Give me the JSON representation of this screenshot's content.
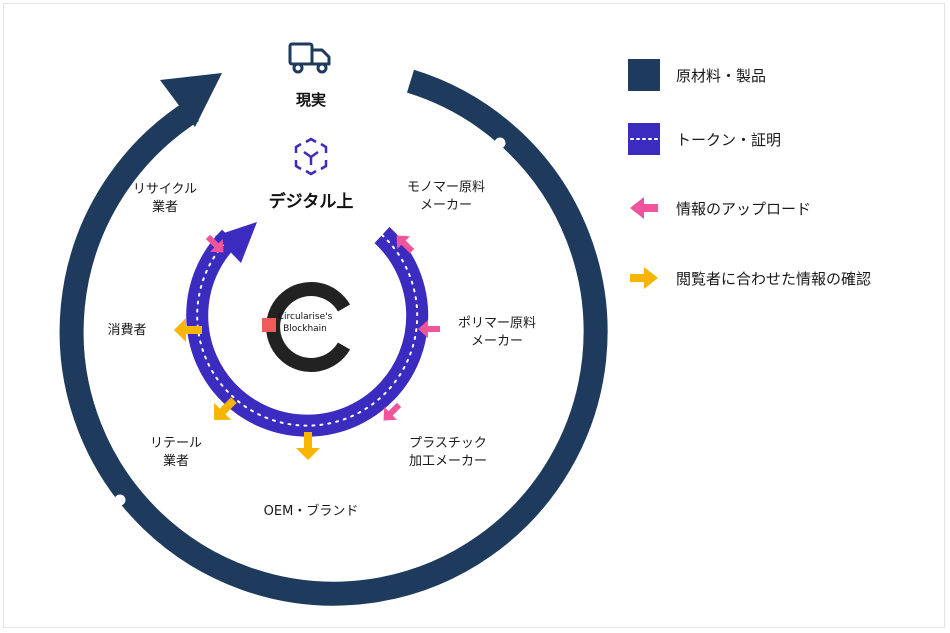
{
  "colors": {
    "outer_ring": "#1e3a5c",
    "inner_ring": "#3b2bbf",
    "upload_arrow": "#f0559b",
    "view_arrow": "#f7b500",
    "hub_ring": "#222222",
    "hub_mark": "#ef5a5a"
  },
  "icons": {
    "reality": "truck-icon",
    "digital": "digital-twin-icon"
  },
  "headers": {
    "reality": "現実",
    "digital": "デジタル上"
  },
  "hub": {
    "line1": "Circularise's",
    "line2": "Blockhain"
  },
  "nodes": {
    "monomer": [
      "モノマー原料",
      "メーカー"
    ],
    "polymer": [
      "ポリマー原料",
      "メーカー"
    ],
    "plastic": [
      "プラスチック",
      "加工メーカー"
    ],
    "oem": "OEM・ブランド",
    "retail": [
      "リテール",
      "業者"
    ],
    "consumer": "消費者",
    "recycle": [
      "リサイクル",
      "業者"
    ]
  },
  "legend": [
    {
      "label": "原材料・製品",
      "kind": "outer_ring"
    },
    {
      "label": "トークン・証明",
      "kind": "inner_ring"
    },
    {
      "label": "情報のアップロード",
      "kind": "upload_arrow"
    },
    {
      "label": "閲覧者に合わせた情報の確認",
      "kind": "view_arrow"
    }
  ]
}
